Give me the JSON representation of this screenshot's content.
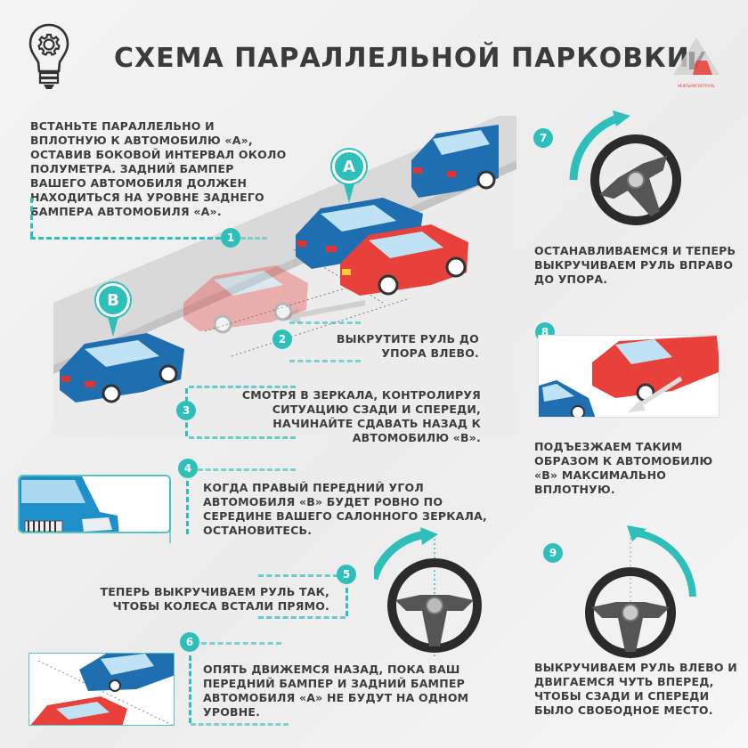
{
  "header": {
    "title": "СХЕМА ПАРАЛЛЕЛЬНОЙ ПАРКОВКИ",
    "icon": "lightbulb-gear-icon",
    "logo": {
      "icon": "nm-logo-icon",
      "caption": "НЕФТЬМАГИСТРАЛЬ"
    }
  },
  "colors": {
    "accent": "#2fbfbb",
    "text": "#3d3d3d",
    "car_blue": "#1f6fb0",
    "car_red": "#e8403a",
    "background": "#f0f0f0"
  },
  "markers": {
    "car_a": "A",
    "car_b": "B"
  },
  "steps": [
    {
      "number": "1",
      "text": "Встаньте параллельно и вплотную к автомобилю «А», оставив боковой интервал около полуметра. Задний бампер вашего автомобиля должен находиться на уровне заднего бампера автомобиля «А»."
    },
    {
      "number": "2",
      "text": "Выкрутите руль до упора влево."
    },
    {
      "number": "3",
      "text": "Смотря в зеркала, контролируя ситуацию сзади и спереди, начинайте сдавать назад к автомобилю «В»."
    },
    {
      "number": "4",
      "text": "Когда правый передний угол автомобиля «В» будет ровно по середине вашего салонного зеркала, остановитесь."
    },
    {
      "number": "5",
      "text": "Теперь выкручиваем руль так, чтобы колеса встали прямо."
    },
    {
      "number": "6",
      "text": "Опять движемся назад, пока ваш передний бампер и задний бампер автомобиля «А» не будут на одном уровне."
    },
    {
      "number": "7",
      "text": "Останавливаемся и теперь выкручиваем руль вправо до упора."
    },
    {
      "number": "8",
      "text": "Подъезжаем таким образом к автомобилю «В» максимально вплотную."
    },
    {
      "number": "9",
      "text": "Выкручиваем руль влево и двигаемся чуть вперед, чтобы сзади и спереди было свободное место."
    }
  ]
}
